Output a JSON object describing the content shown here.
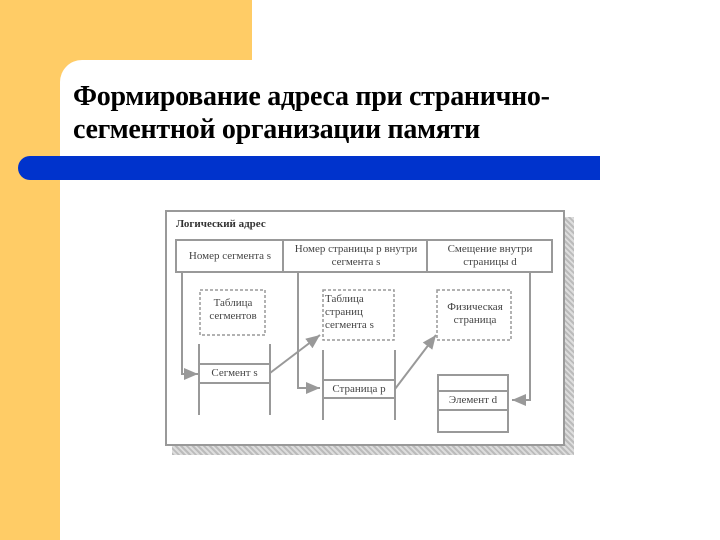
{
  "slide": {
    "title_line1": "Формирование адреса при странично-",
    "title_line2": "сегментной организации памяти",
    "colors": {
      "accent_band": "#ffcc66",
      "title_bar": "#0033cc"
    }
  },
  "diagram": {
    "logical_address_label": "Логический адрес",
    "fields": [
      "Номер сегмента s",
      "Номер страницы p внутри сегмента s",
      "Смещение внутри страницы d"
    ],
    "tables": {
      "segment_table": "Таблица сегментов",
      "page_table": "Таблица страниц сегмента s",
      "physical_page": "Физическая страница"
    },
    "entries": {
      "segment": "Сегмент s",
      "page": "Страница p",
      "element": "Элемент d"
    }
  }
}
